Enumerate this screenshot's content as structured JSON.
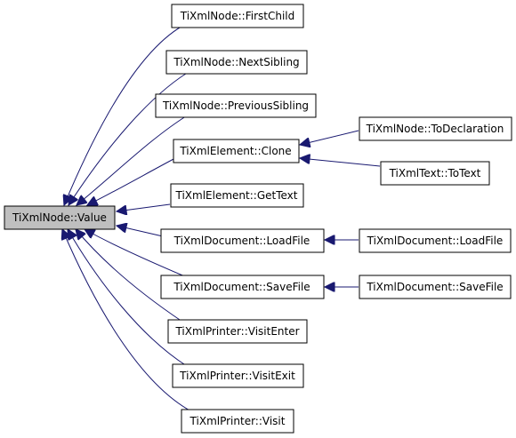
{
  "colors": {
    "edge": "#191970",
    "node_fill": "#ffffff",
    "node_border": "#000000",
    "root_fill": "#bfbfbf"
  },
  "nodes": {
    "root": "TiXmlNode::Value",
    "first_child": "TiXmlNode::FirstChild",
    "next_sibling": "TiXmlNode::NextSibling",
    "previous_sibling": "TiXmlNode::PreviousSibling",
    "element_clone": "TiXmlElement::Clone",
    "to_declaration": "TiXmlNode::ToDeclaration",
    "to_text": "TiXmlText::ToText",
    "element_gettext": "TiXmlElement::GetText",
    "doc_loadfile_1": "TiXmlDocument::LoadFile",
    "doc_loadfile_2": "TiXmlDocument::LoadFile",
    "doc_savefile_1": "TiXmlDocument::SaveFile",
    "doc_savefile_2": "TiXmlDocument::SaveFile",
    "printer_visitenter": "TiXmlPrinter::VisitEnter",
    "printer_visitexit": "TiXmlPrinter::VisitExit",
    "printer_visit": "TiXmlPrinter::Visit"
  }
}
